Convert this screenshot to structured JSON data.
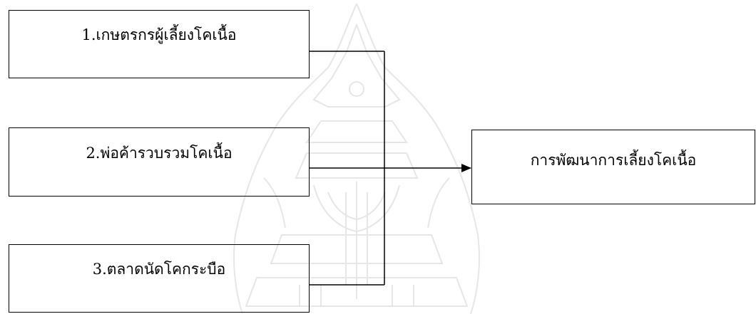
{
  "diagram": {
    "sources": [
      {
        "id": "box1",
        "label": "1.เกษตรกรผู้เลี้ยงโคเนื้อ"
      },
      {
        "id": "box2",
        "label": "2.พ่อค้ารวบรวมโคเนื้อ"
      },
      {
        "id": "box3",
        "label": "3.ตลาดนัดโคกระบือ"
      }
    ],
    "target": {
      "id": "box4",
      "label": "การพัฒนาการเลี้ยงโคเนื้อ"
    },
    "colors": {
      "line": "#000000",
      "watermark": "#e4e4e4"
    }
  }
}
